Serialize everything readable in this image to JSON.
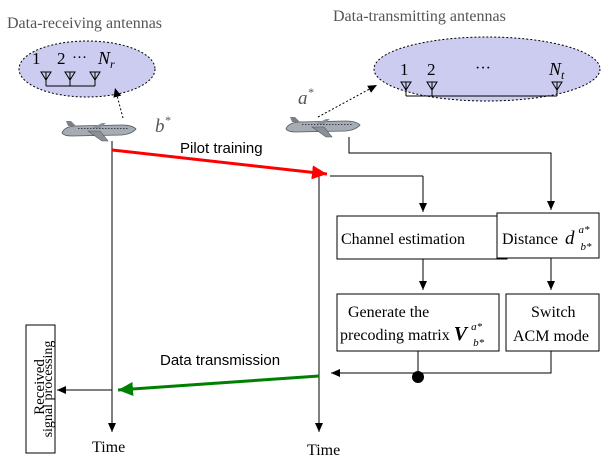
{
  "labels": {
    "rx_antennas": "Data-receiving antennas",
    "tx_antennas": "Data-transmitting antennas",
    "rx_ant_1": "1",
    "rx_ant_2": "2",
    "rx_ant_dots": "···",
    "rx_ant_n": "N",
    "rx_ant_n_sub": "r",
    "tx_ant_1": "1",
    "tx_ant_2": "2",
    "tx_ant_dots": "···",
    "tx_ant_n": "N",
    "tx_ant_n_sub": "t",
    "receiver": "b",
    "receiver_sup": "*",
    "transmitter": "a",
    "transmitter_sup": "*",
    "pilot_training": "Pilot training",
    "channel_estimation": "Channel estimation",
    "distance": "Distance",
    "distance_sym": "d",
    "distance_sup": "a*",
    "distance_sub": "b*",
    "generate_line1": "Generate the",
    "generate_line2": "precoding matrix",
    "matrix_sym": "V",
    "matrix_sup": "a*",
    "matrix_sub": "b*",
    "switch_line1": "Switch",
    "switch_line2": "ACM mode",
    "data_transmission": "Data transmission",
    "received_line1": "Received",
    "received_line2": "signal processing",
    "time_left": "Time",
    "time_right": "Time"
  },
  "colors": {
    "pilot_arrow": "#ff0000",
    "data_arrow": "#008000",
    "antenna_fill": "#ccccf0",
    "line": "#000000",
    "caption_gray": "#555555"
  },
  "icons": {
    "aircraft": "airplane-icon",
    "antenna": "antenna-icon"
  }
}
